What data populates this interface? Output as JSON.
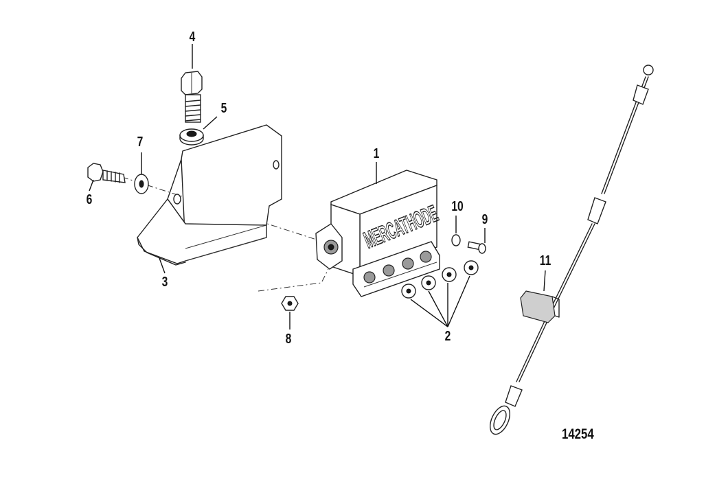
{
  "callouts": {
    "c1": "1",
    "c2": "2",
    "c3": "3",
    "c4": "4",
    "c5": "5",
    "c6": "6",
    "c7": "7",
    "c8": "8",
    "c9": "9",
    "c10": "10",
    "c11": "11"
  },
  "module_label": "MERCATHODE",
  "figure_number": "14254"
}
